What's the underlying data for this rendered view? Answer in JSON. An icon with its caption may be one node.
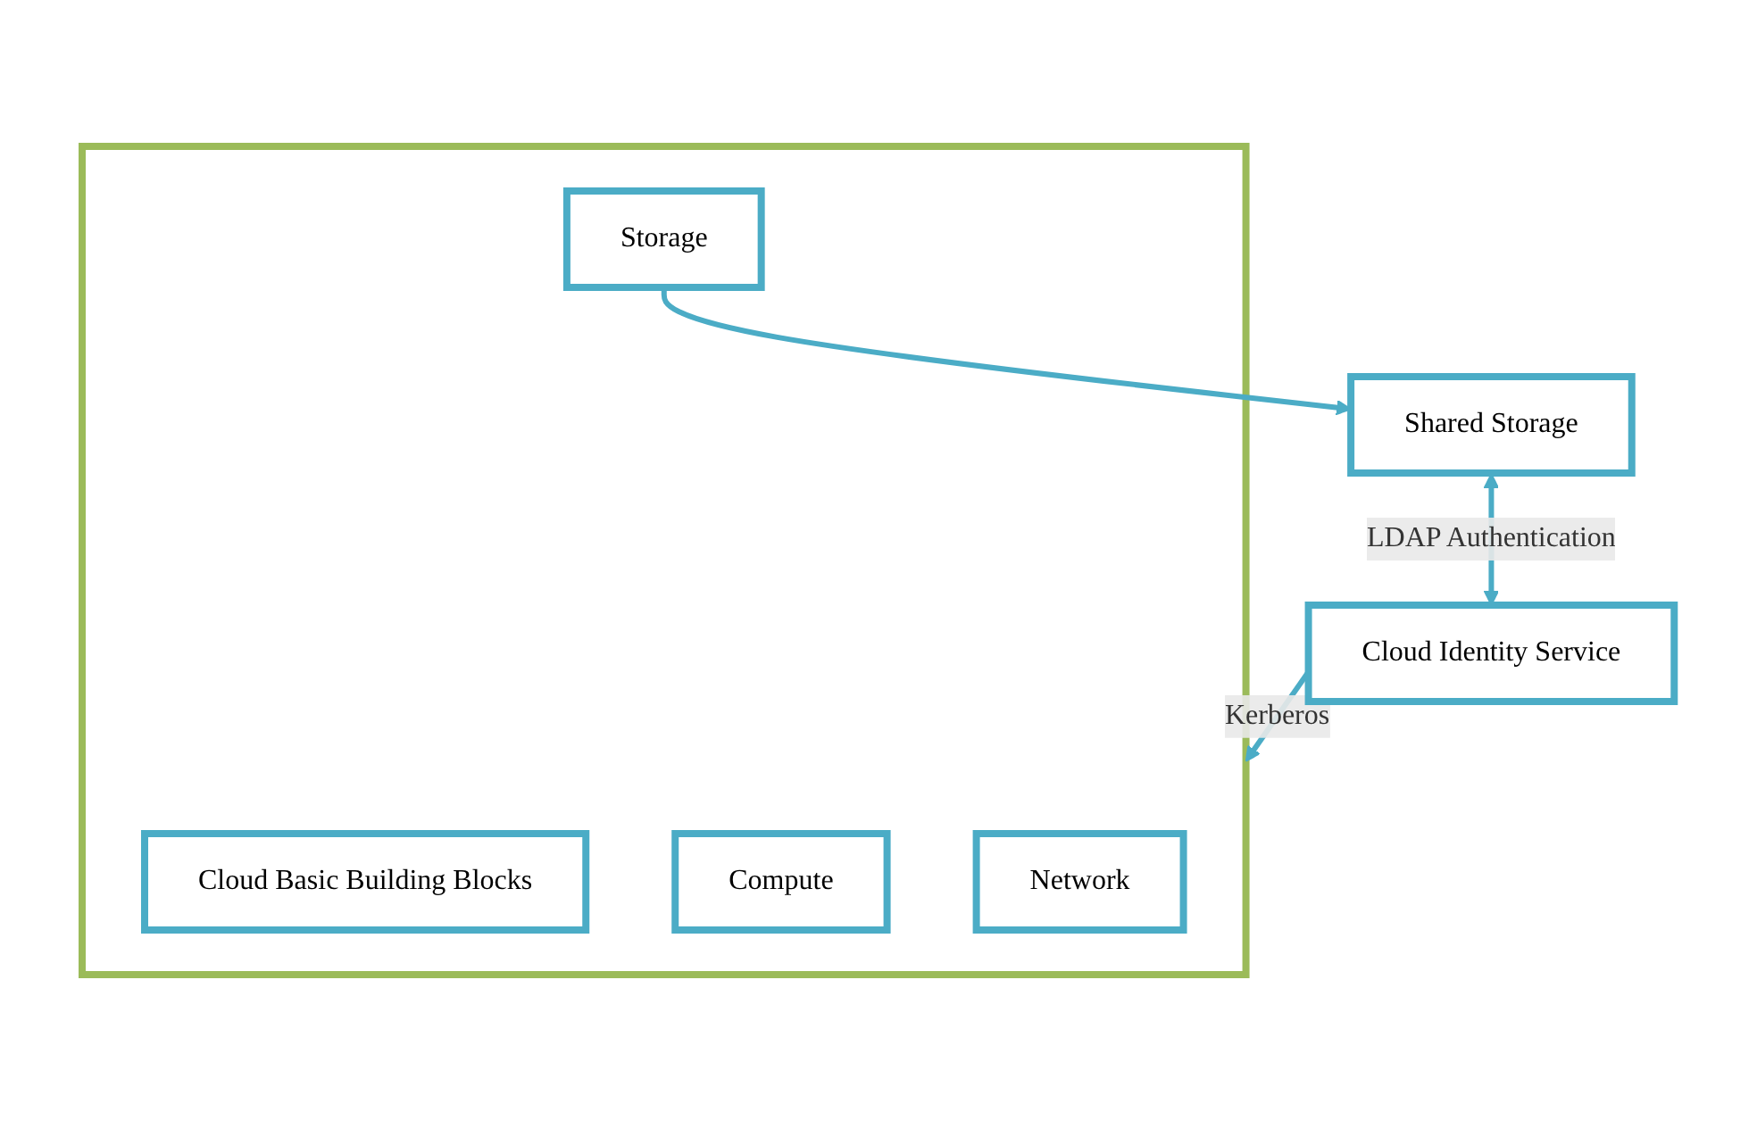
{
  "diagram": {
    "nodes": [
      {
        "text": [
          "Cloud Identity Service"
        ]
      },
      {
        "text": [],
        "shape": "box"
      },
      {
        "text": [
          "Cloud Basic Building Blocks"
        ],
        "in": 1
      },
      {
        "text": [
          "Compute"
        ],
        "in": 1
      },
      {
        "text": [
          "Network"
        ],
        "in": 1
      },
      {
        "text": [
          "Storage"
        ],
        "in": 1
      },
      {
        "text": [
          "Shared Storage"
        ]
      }
    ],
    "edges": [
      {
        "from": 0,
        "to": 1,
        "arrow": "to",
        "label": "Kerberos"
      },
      {
        "from": 5,
        "to": 6,
        "arrow": "to"
      },
      {
        "from": 6,
        "to": 0,
        "arrow": "both",
        "label": "LDAP Authentication"
      }
    ]
  }
}
